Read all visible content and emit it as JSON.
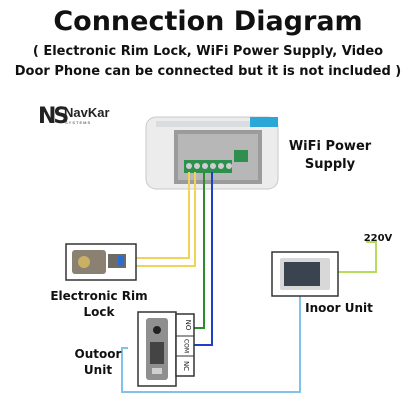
{
  "title": "Connection Diagram",
  "subtitle": "( Electronic Rim Lock, WiFi Power Supply, Video Door Phone can be connected but it is not included )",
  "logo": {
    "mark": "NS",
    "name": "NavKar",
    "sub": "SYSTEMS"
  },
  "labels": {
    "wifi_power_line1": "WiFi Power",
    "wifi_power_line2": "Supply",
    "voltage": "220V",
    "rim_lock_line1": "Electronic Rim",
    "rim_lock_line2": "Lock",
    "indoor_unit": "Inoor Unit",
    "outdoor_line1": "Outoor",
    "outdoor_line2": "Unit"
  },
  "relay_terminals": [
    "NO",
    "COM",
    "NC"
  ],
  "wire_colors": {
    "yellow": "#f2d35a",
    "green": "#2e8b2e",
    "blue": "#1f3fc4",
    "light_blue": "#7fc3ea",
    "lime": "#b5dc5a"
  }
}
